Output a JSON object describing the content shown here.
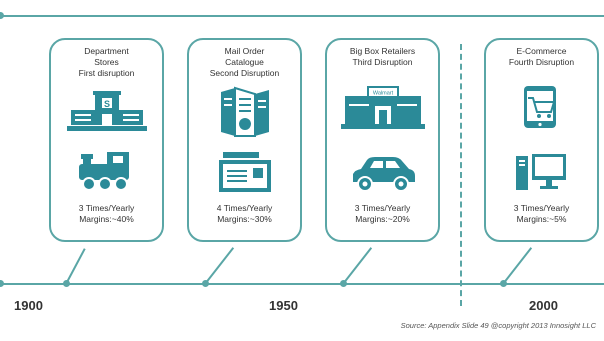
{
  "colors": {
    "accent": "#5aa6a6",
    "icon": "#2b8a98"
  },
  "cards": [
    {
      "title": [
        "Department",
        "Stores",
        "First disruption"
      ],
      "footer": [
        "3 Times/Yearly",
        "Margins:~40%"
      ],
      "icon_top": "department-store-icon",
      "icon_bottom": "train-icon"
    },
    {
      "title": [
        "Mail Order",
        "Catalogue",
        "Second Disruption"
      ],
      "footer": [
        "4 Times/Yearly",
        "Margins:~30%"
      ],
      "icon_top": "catalogue-icon",
      "icon_bottom": "mail-icon"
    },
    {
      "title": [
        "Big Box Retailers",
        "Third Disruption"
      ],
      "footer": [
        "3 Times/Yearly",
        "Margins:~20%"
      ],
      "icon_top": "big-box-store-icon",
      "icon_bottom": "car-icon",
      "store_sign": "Walmart"
    },
    {
      "title": [
        "E-Commerce",
        "Fourth Disruption"
      ],
      "footer": [
        "3 Times/Yearly",
        "Margins:~5%"
      ],
      "icon_top": "mobile-shopping-icon",
      "icon_bottom": "desktop-computer-icon"
    }
  ],
  "timeline": {
    "years": [
      "1900",
      "1950",
      "2000"
    ]
  },
  "source": "Source: Appendix Slide 49 @copyright 2013 Innosight LLC"
}
